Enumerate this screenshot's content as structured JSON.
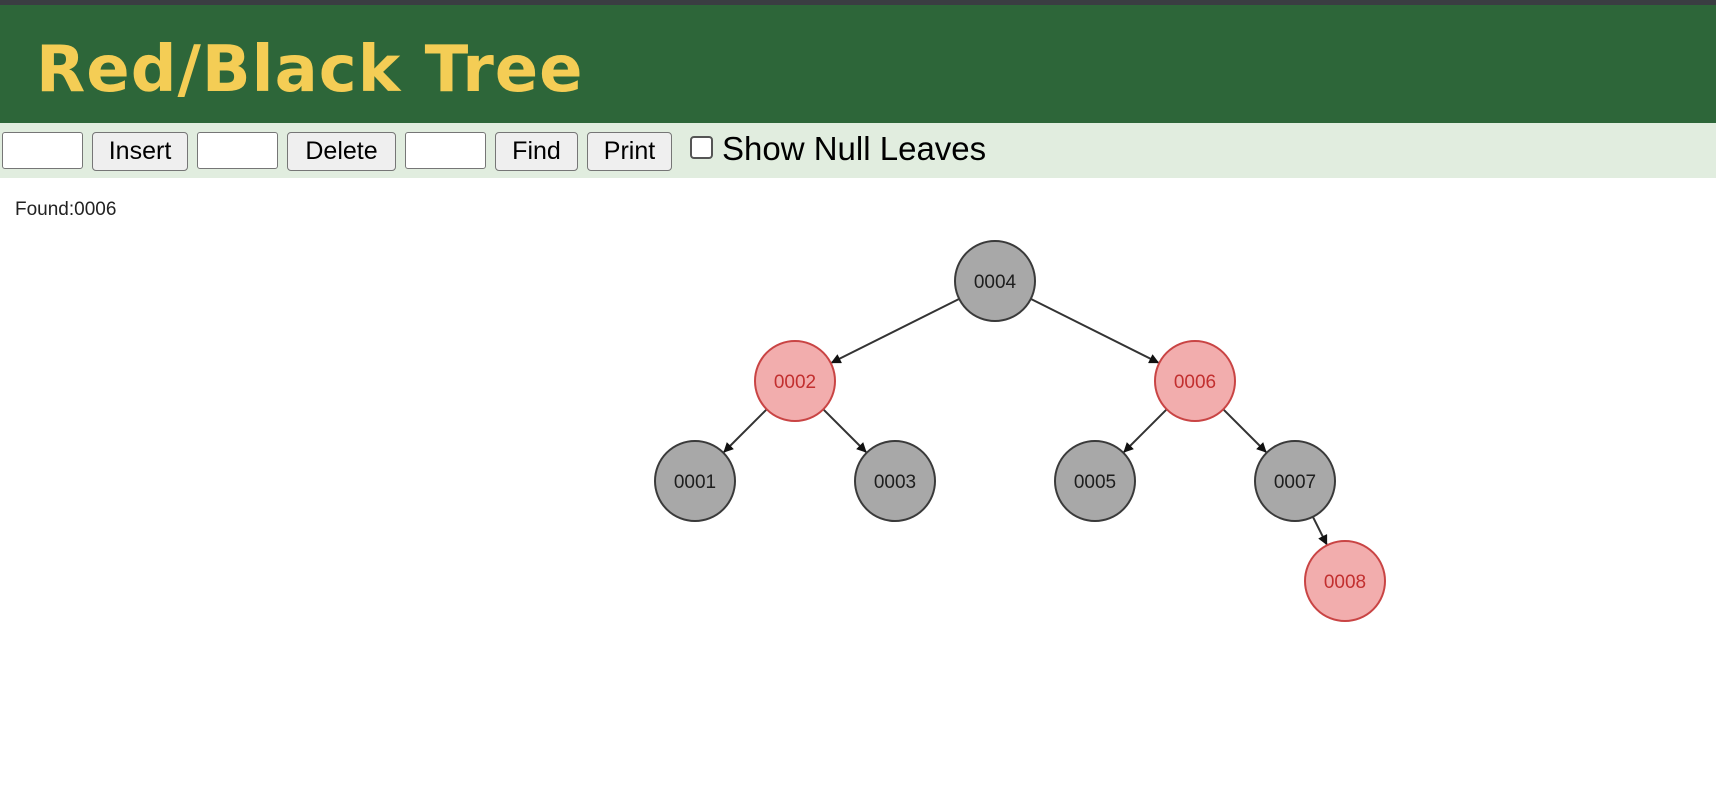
{
  "header": {
    "title": "Red/Black Tree"
  },
  "toolbar": {
    "insert_label": "Insert",
    "delete_label": "Delete",
    "find_label": "Find",
    "print_label": "Print",
    "show_null_leaves_label": "Show Null Leaves",
    "show_null_leaves_checked": false,
    "insert_value": "",
    "delete_value": "",
    "find_value": ""
  },
  "status": {
    "message": "Found:0006"
  },
  "colors": {
    "header_bg": "#2d6639",
    "title": "#f4cd55",
    "toolbar_bg": "#e1eddf",
    "black_node_fill": "#a8a8a8",
    "black_node_stroke": "#3a3a3a",
    "black_node_text": "#1e1e1e",
    "red_node_fill": "#f2adad",
    "red_node_stroke": "#c94444",
    "red_node_text": "#c22f2f",
    "edge": "#333333"
  },
  "tree": {
    "root": {
      "key": "0004",
      "color": "black",
      "left": {
        "key": "0002",
        "color": "red",
        "left": {
          "key": "0001",
          "color": "black"
        },
        "right": {
          "key": "0003",
          "color": "black"
        }
      },
      "right": {
        "key": "0006",
        "color": "red",
        "left": {
          "key": "0005",
          "color": "black"
        },
        "right": {
          "key": "0007",
          "color": "black",
          "right": {
            "key": "0008",
            "color": "red"
          }
        }
      }
    }
  }
}
